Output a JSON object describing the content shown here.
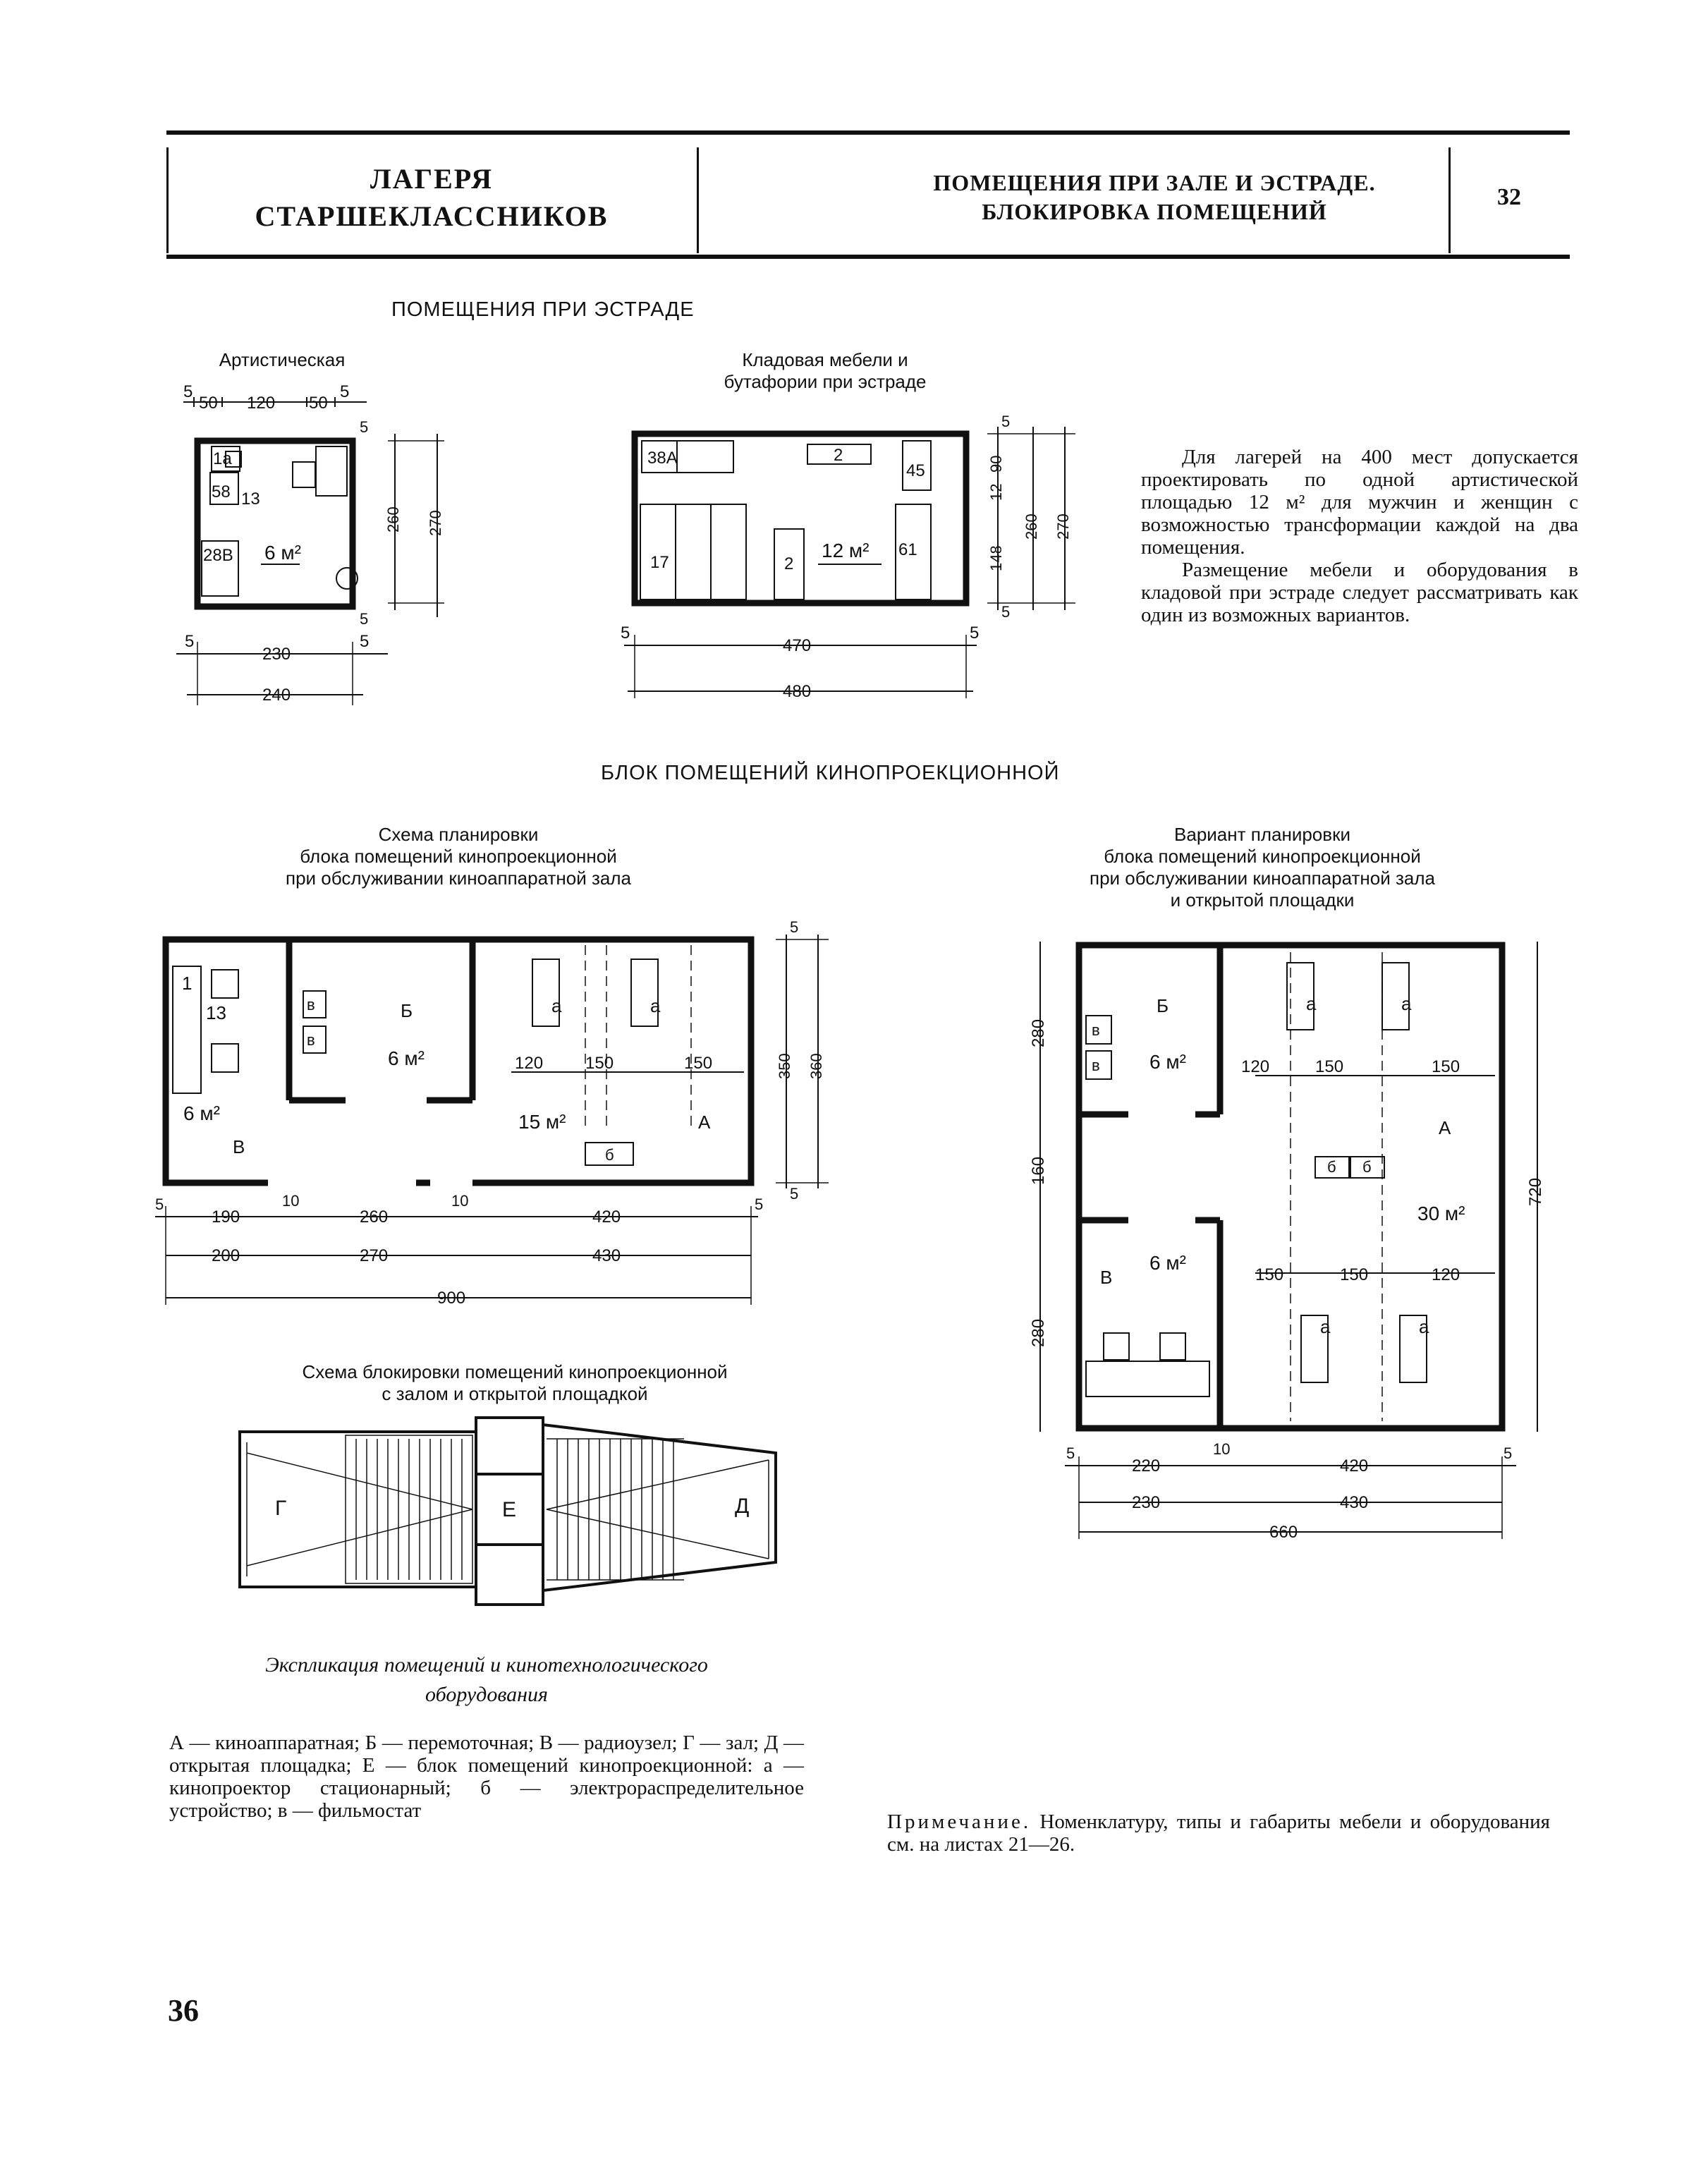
{
  "header": {
    "left_line1": "ЛАГЕРЯ",
    "left_line2": "СТАРШЕКЛАССНИКОВ",
    "mid_line1": "ПОМЕЩЕНИЯ ПРИ ЗАЛЕ И ЭСТРАДЕ.",
    "mid_line2": "БЛОКИРОВКА ПОМЕЩЕНИЙ",
    "sheet_number": "32"
  },
  "stage_section": {
    "title": "ПОМЕЩЕНИЯ ПРИ ЭСТРАДЕ",
    "artist_room": {
      "caption": "Артистическая",
      "labels": {
        "a": "1а",
        "b": "58",
        "c": "13",
        "d": "28В",
        "area": "6 м²"
      },
      "dims": {
        "top_a": "5",
        "top_b": "50",
        "top_c": "120",
        "top_d": "50",
        "top_e": "5",
        "right_a": "5",
        "right_b": "260",
        "right_c": "5",
        "right_outer": "270",
        "bot_a": "5",
        "bot_b": "230",
        "bot_c": "5",
        "bot_outer": "240"
      }
    },
    "storage_room": {
      "caption_line1": "Кладовая мебели и",
      "caption_line2": "бутафории при эстраде",
      "labels": {
        "a": "38А",
        "b": "2",
        "c": "45",
        "d": "17",
        "e": "2",
        "area": "12 м²",
        "f": "61"
      },
      "dims": {
        "r1": "5",
        "r2": "90",
        "r3": "12",
        "r4": "148",
        "r5": "5",
        "r_mid": "260",
        "r_outer": "270",
        "r_top": "5",
        "r_bot": "5",
        "bot_a": "5",
        "bot_b": "470",
        "bot_c": "5",
        "bot_outer": "480"
      }
    },
    "paragraph1": "Для лагерей на 400 мест допускается проектировать по одной артистической площадью 12 м² для мужчин и женщин с возможностью трансформации каждой на два помещения.",
    "paragraph2": "Размещение мебели и оборудования в кладовой при эстраде следует рассматривать как один из возможных вариантов."
  },
  "projection_section": {
    "title": "БЛОК ПОМЕЩЕНИЙ КИНОПРОЕКЦИОННОЙ",
    "scheme1": {
      "caption_line1": "Схема планировки",
      "caption_line2": "блока помещений кинопроекционной",
      "caption_line3": "при обслуживании киноаппаратной зала",
      "labels": {
        "n1": "1",
        "n13": "13",
        "b": "Б",
        "v1": "в",
        "v2": "в",
        "area_b": "6 м²",
        "area_v": "6 м²",
        "room_v": "В",
        "a1": "а",
        "a2": "а",
        "area_a": "15 м²",
        "room_a": "А",
        "eq_b": "б"
      },
      "dims": {
        "inner1": "120",
        "inner2": "150",
        "inner3": "150",
        "r_top": "5",
        "r_a": "350",
        "r_outer": "360",
        "r_bot": "5",
        "b1": "5",
        "b2": "190",
        "b3": "10",
        "b4": "260",
        "b5": "10",
        "b6": "420",
        "b7": "5",
        "c1": "200",
        "c2": "270",
        "c3": "430",
        "total": "900"
      }
    },
    "scheme2": {
      "caption_line1": "Вариант планировки",
      "caption_line2": "блока помещений кинопроекционной",
      "caption_line3": "при обслуживании киноаппаратной зала",
      "caption_line4": "и открытой площадки",
      "labels": {
        "b": "Б",
        "v1": "в",
        "v2": "в",
        "area_b": "6 м²",
        "a1": "а",
        "a2": "а",
        "room_a": "А",
        "eq1": "б",
        "eq2": "б",
        "area_a": "30 м²",
        "room_v": "В",
        "area_v": "6 м²",
        "a3": "а",
        "a4": "а"
      },
      "dims": {
        "top1": "120",
        "top2": "150",
        "top3": "150",
        "bot1": "150",
        "bot2": "150",
        "bot3": "120",
        "l1": "280",
        "l2": "160",
        "l3": "280",
        "r_total": "720",
        "b1": "5",
        "b2": "220",
        "b3": "10",
        "b4": "420",
        "b5": "5",
        "c1": "230",
        "c2": "430",
        "total": "660"
      }
    },
    "blocking": {
      "caption_line1": "Схема блокировки помещений кинопроекционной",
      "caption_line2": "с залом и открытой площадкой",
      "labels": {
        "g": "Г",
        "e": "Е",
        "d": "Д"
      }
    }
  },
  "explication": {
    "title_line1": "Экспликация помещений и кинотехнологического",
    "title_line2": "оборудования",
    "text": "А — киноаппаратная; Б — перемоточная; В — радиоузел; Г — зал; Д — открытая площадка; Е — блок помещений кинопроекционной: а — кинопроектор стационарный; б — электрораспределительное устройство; в — фильмостат"
  },
  "note": {
    "label": "Примечание.",
    "text": "Номенклатуру, типы и габариты мебели и оборудования см. на листах 21—26."
  },
  "page_number": "36"
}
